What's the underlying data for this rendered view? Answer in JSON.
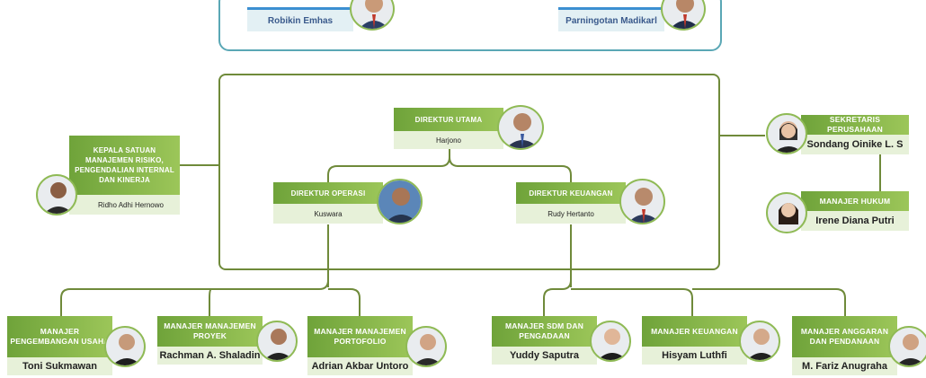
{
  "board": {
    "left_name": "Robikin Emhas",
    "right_name": "Parningotan Madikarl"
  },
  "directors": {
    "utama": {
      "title": "DIREKTUR UTAMA",
      "name": "Harjono"
    },
    "operasi": {
      "title": "DIREKTUR OPERASI",
      "name": "Kuswara"
    },
    "keuangan": {
      "title": "DIREKTUR KEUANGAN",
      "name": "Rudy Hertanto"
    }
  },
  "left_unit": {
    "title": "KEPALA SATUAN MANAJEMEN RISIKO, PENGENDALIAN INTERNAL DAN KINERJA",
    "name": "Ridho Adhi Hernowo"
  },
  "right_units": [
    {
      "title": "SEKRETARIS PERUSAHAAN",
      "name": "Sondang Oinike L. S"
    },
    {
      "title": "MANAJER HUKUM",
      "name": "Irene Diana Putri"
    }
  ],
  "managers": [
    {
      "title": "MANAJER PENGEMBANGAN USAHA",
      "name": "Toni Sukmawan"
    },
    {
      "title": "MANAJER MANAJEMEN PROYEK",
      "name": "Rachman A. Shaladin"
    },
    {
      "title": "MANAJER MANAJEMEN PORTOFOLIO",
      "name": "Adrian Akbar Untoro"
    },
    {
      "title": "MANAJER SDM DAN PENGADAAN",
      "name": "Yuddy Saputra"
    },
    {
      "title": "MANAJER KEUANGAN",
      "name": "Hisyam Luthfi"
    },
    {
      "title": "MANAJER ANGGARAN DAN PENDANAAN",
      "name": "M. Fariz Anugraha"
    }
  ]
}
